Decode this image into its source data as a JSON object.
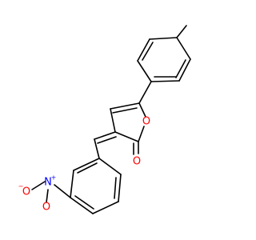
{
  "structure": {
    "atoms": {
      "ring_oxygen": "O",
      "carbonyl_oxygen": "O",
      "nitro_nitrogen": "N",
      "nitro_oxygen_top": "O",
      "nitro_oxygen_bottom": "O"
    },
    "charges": {
      "nitrogen": "+",
      "oxygen": "−"
    },
    "colors": {
      "bond": "#000000",
      "carbon": "#000000",
      "oxygen": "#ff0000",
      "nitrogen": "#0000ff"
    }
  }
}
